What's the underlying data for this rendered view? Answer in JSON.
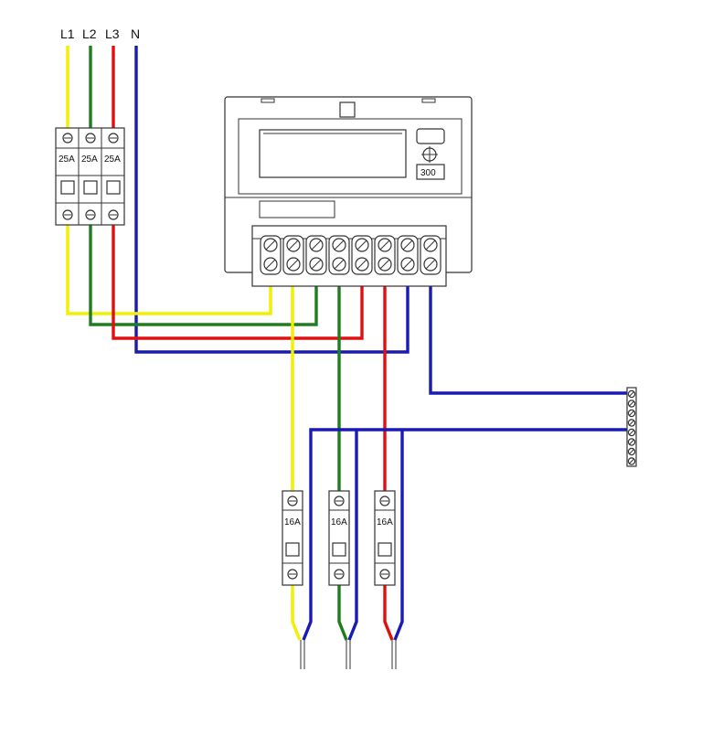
{
  "phase_labels": {
    "l1": "L1",
    "l2": "L2",
    "l3": "L3",
    "n": "N"
  },
  "main_breaker": {
    "ratings": [
      "25A",
      "25A",
      "25A"
    ]
  },
  "meter": {
    "button_label": "300"
  },
  "branch_breakers": {
    "ratings": [
      "16A",
      "16A",
      "16A"
    ]
  },
  "colors": {
    "l1": "#f2f000",
    "l2": "#1e7d1e",
    "l3": "#e01010",
    "n": "#1a1ab4",
    "outline": "#333333",
    "cable": "#888888"
  },
  "icons": [
    "screw-terminal-icon",
    "meter-display-icon",
    "meter-button-icon",
    "seal-icon"
  ]
}
